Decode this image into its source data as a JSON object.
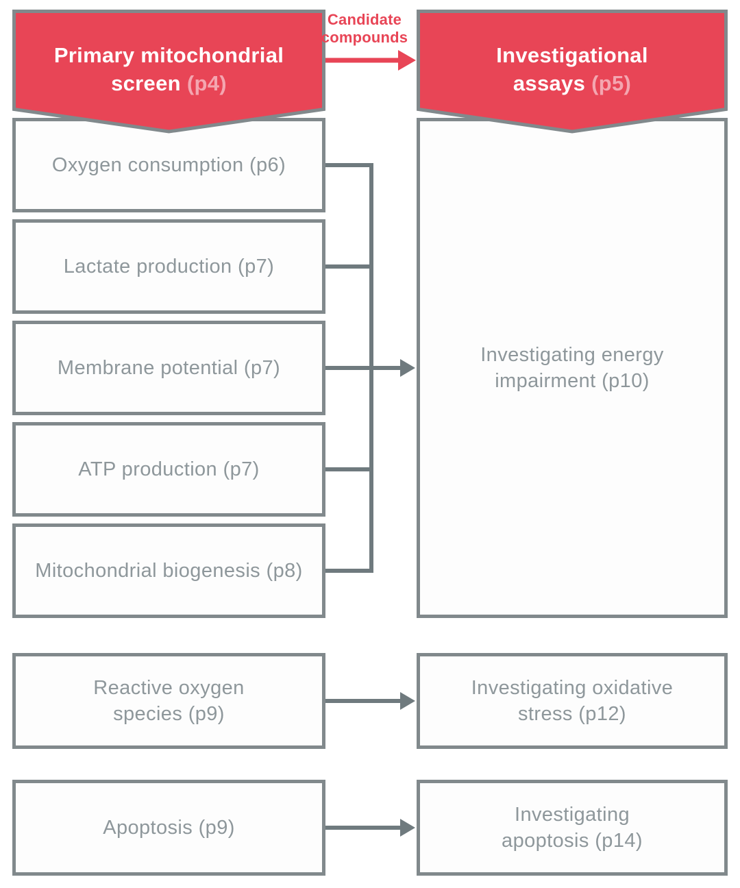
{
  "colors": {
    "accent_red": "#e84556",
    "page_ref_pink": "#f4a6b0",
    "box_border_gray": "#81898c",
    "box_text_gray": "#8e979b",
    "connector_gray": "#6f7a7e"
  },
  "banners": {
    "left": {
      "line1": "Primary mitochondrial",
      "line2": "screen",
      "page_ref": "(p4)"
    },
    "right": {
      "line1": "Investigational",
      "line2": "assays",
      "page_ref": "(p5)"
    }
  },
  "candidate_arrow": {
    "label": "Candidate\ncompounds"
  },
  "primary_screen_boxes": [
    {
      "label": "Oxygen consumption (p6)"
    },
    {
      "label": "Lactate production (p7)"
    },
    {
      "label": "Membrane potential (p7)"
    },
    {
      "label": "ATP production (p7)"
    },
    {
      "label": "Mitochondrial biogenesis (p8)"
    }
  ],
  "secondary_screen_boxes": [
    {
      "label": "Reactive oxygen\nspecies (p9)"
    },
    {
      "label": "Apoptosis (p9)"
    }
  ],
  "investigational_boxes": {
    "energy": {
      "label": "Investigating energy\nimpairment (p10)"
    },
    "oxidative": {
      "label": "Investigating oxidative\nstress (p12)"
    },
    "apoptosis": {
      "label": "Investigating\napoptosis (p14)"
    }
  }
}
